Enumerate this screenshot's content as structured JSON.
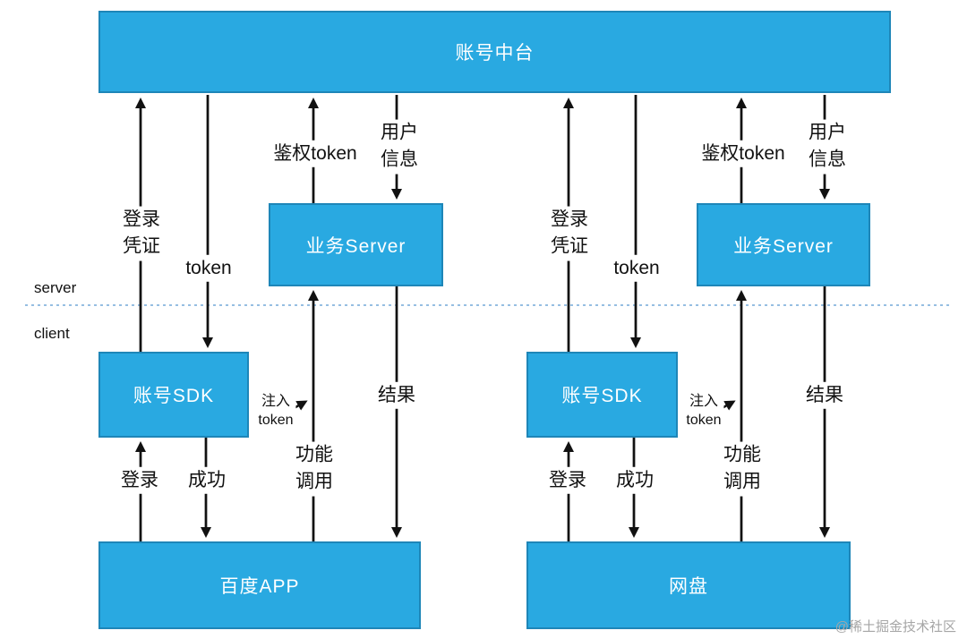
{
  "nodes": {
    "platform": "账号中台",
    "business_server": "业务Server",
    "account_sdk": "账号SDK",
    "baidu_app": "百度APP",
    "netdisk": "网盘"
  },
  "zones": {
    "server": "server",
    "client": "client"
  },
  "edges": {
    "login_credential": "登录\n凭证",
    "token": "token",
    "auth_token": "鉴权token",
    "user_info": "用户\n信息",
    "login": "登录",
    "success": "成功",
    "function_call": "功能\n调用",
    "inject_token": "注入\ntoken",
    "result": "结果"
  },
  "colors": {
    "box_fill": "#29A9E1",
    "box_border": "#1E86B8",
    "arrow": "#111111",
    "separator": "#74A9D8"
  },
  "watermark": "@稀土掘金技术社区"
}
